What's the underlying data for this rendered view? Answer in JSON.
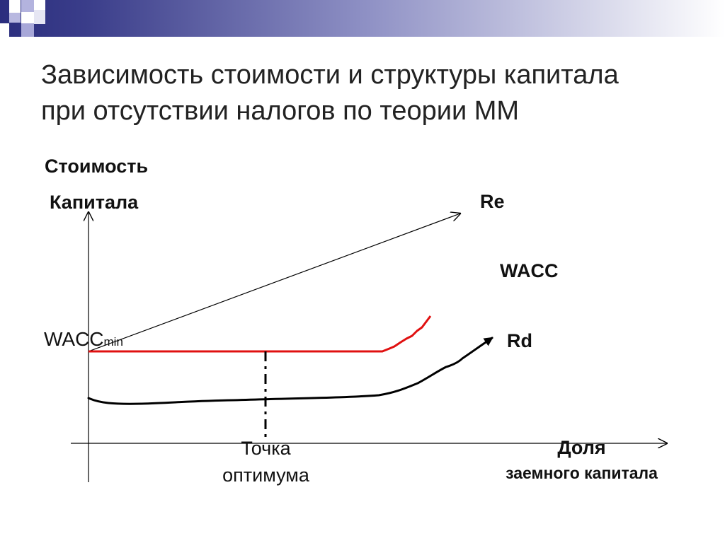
{
  "slide": {
    "title_line1": "Зависимость стоимости и структуры капитала",
    "title_line2": "при отсутствии налогов по теории ММ"
  },
  "colors": {
    "bar_navy": "#2b2e7e",
    "bar_lavender": "#9a9ad3",
    "wacc_line": "#e01010",
    "lines": "#000000",
    "title_text": "#222222"
  },
  "chart_data": {
    "type": "line",
    "ylabel_line1": "Стоимость",
    "ylabel_line2": "Капитала",
    "xlabel_line1": "Доля",
    "xlabel_line2": "заемного капитала",
    "series": [
      {
        "name": "Re",
        "shape": "straight rising line with arrow",
        "x": [
          0,
          1
        ],
        "y": [
          0.58,
          1.0
        ]
      },
      {
        "name": "WACC",
        "shape": "flat then rising steeply",
        "x": [
          0,
          0.18,
          0.41,
          0.45,
          0.47,
          0.52,
          0.57
        ],
        "y": [
          0.56,
          0.56,
          0.56,
          0.58,
          0.62,
          0.7,
          0.82
        ]
      },
      {
        "name": "Rd",
        "shape": "nearly flat then rising with arrow",
        "x": [
          0,
          0.09,
          0.41,
          0.52,
          0.61,
          1
        ],
        "y": [
          0.22,
          0.21,
          0.23,
          0.27,
          0.35,
          0.62
        ]
      }
    ],
    "annotations": {
      "wacc_min_main": "WACC",
      "wacc_min_sub": "min",
      "optimum_line1": "Точка",
      "optimum_line2": "оптимума"
    }
  }
}
